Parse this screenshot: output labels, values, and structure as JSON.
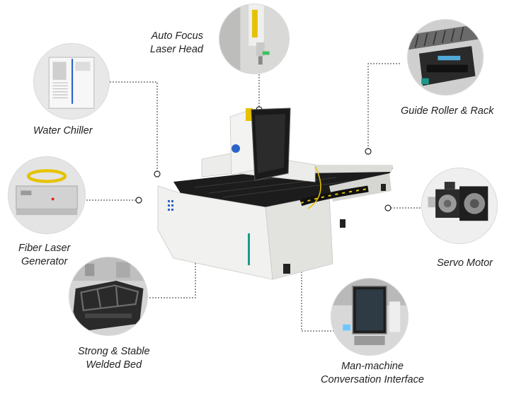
{
  "labels": {
    "auto_focus_line1": "Auto Focus",
    "auto_focus_line2": "Laser Head",
    "water_chiller": "Water Chiller",
    "guide_roller": "Guide Roller & Rack",
    "fiber_laser_line1": "Fiber Laser",
    "fiber_laser_line2": "Generator",
    "servo_motor": "Servo Motor",
    "welded_bed_line1": "Strong & Stable",
    "welded_bed_line2": "Welded Bed",
    "hmi_line1": "Man-machine",
    "hmi_line2": "Conversation Interface"
  },
  "colors": {
    "leader": "#333333",
    "machine_body": "#eeeeec",
    "machine_dark": "#1c1c1c",
    "accent_yellow": "#e6c200",
    "accent_teal": "#1a9a8a",
    "accent_blue": "#2c63c8"
  }
}
